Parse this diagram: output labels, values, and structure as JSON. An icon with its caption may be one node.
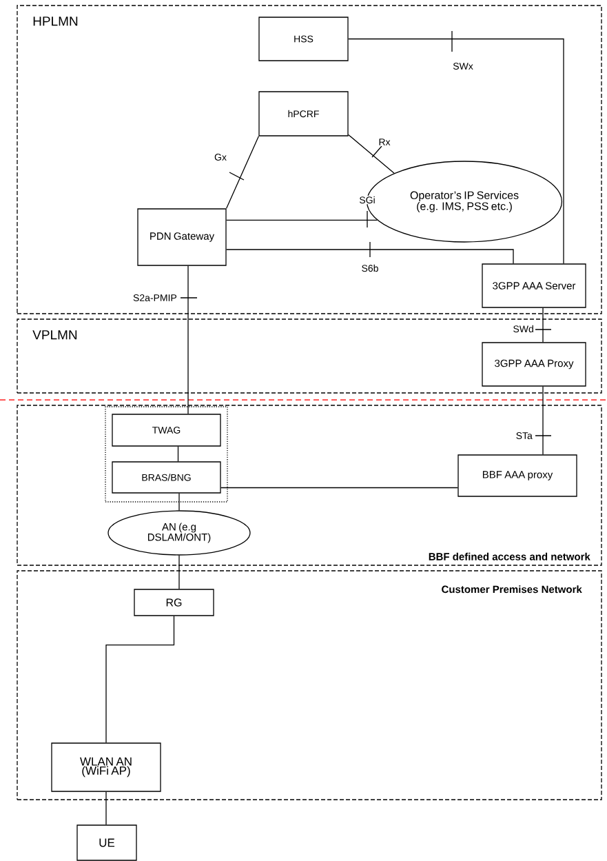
{
  "diagram": {
    "nodes": [
      {
        "text": [
          "HPLMN"
        ]
      },
      {
        "text": [
          "HSS"
        ],
        "in": 0
      },
      {
        "text": [
          "hPCRF"
        ],
        "in": 0
      },
      {
        "text": [
          "Operator’s IP Services (e.g. IMS, PSS etc.)"
        ],
        "in": 0
      },
      {
        "text": [
          "PDN Gateway"
        ],
        "in": 0
      },
      {
        "text": [
          "3GPP AAA Server"
        ],
        "in": 0
      },
      {
        "text": [
          "VPLMN"
        ]
      },
      {
        "text": [
          "3GPP AAA Proxy"
        ],
        "in": 6
      },
      {
        "text": [
          "BBF defined access and network"
        ]
      },
      {
        "text": [],
        "shape": "box",
        "in": 8
      },
      {
        "text": [
          "TWAG"
        ],
        "in": 9
      },
      {
        "text": [
          "BRAS/BNG"
        ],
        "in": 9
      },
      {
        "text": [
          "BBF AAA proxy"
        ],
        "in": 8
      },
      {
        "text": [
          "AN (e.g DSLAM/ONT)"
        ],
        "in": 8
      },
      {
        "text": [
          "Customer Premises Network"
        ]
      },
      {
        "text": [
          "RG"
        ],
        "in": 14
      },
      {
        "text": [
          "WLAN AN (WiFi AP)"
        ],
        "in": 14
      },
      {
        "text": [
          "UE"
        ]
      }
    ],
    "edges": [
      {
        "from": 1,
        "to": 5,
        "arrow": "none",
        "label": "SWx"
      },
      {
        "from": 4,
        "to": 2,
        "arrow": "none",
        "label": "Gx"
      },
      {
        "from": 2,
        "to": 3,
        "arrow": "none",
        "label": "Rx"
      },
      {
        "from": 4,
        "to": 3,
        "arrow": "none",
        "label": "SGi"
      },
      {
        "from": 4,
        "to": 5,
        "arrow": "none",
        "label": "S6b"
      },
      {
        "from": 4,
        "to": 10,
        "arrow": "none",
        "label": "S2a-PMIP"
      },
      {
        "from": 5,
        "to": 7,
        "arrow": "none",
        "label": "SWd"
      },
      {
        "from": 7,
        "to": 12,
        "arrow": "none",
        "label": "STa"
      },
      {
        "from": 10,
        "to": 11,
        "arrow": "none"
      },
      {
        "from": 11,
        "to": 12,
        "arrow": "none"
      },
      {
        "from": 11,
        "to": 13,
        "arrow": "none"
      },
      {
        "from": 13,
        "to": 15,
        "arrow": "none"
      },
      {
        "from": 15,
        "to": 16,
        "arrow": "none"
      },
      {
        "from": 16,
        "to": 17,
        "arrow": "none"
      }
    ]
  }
}
